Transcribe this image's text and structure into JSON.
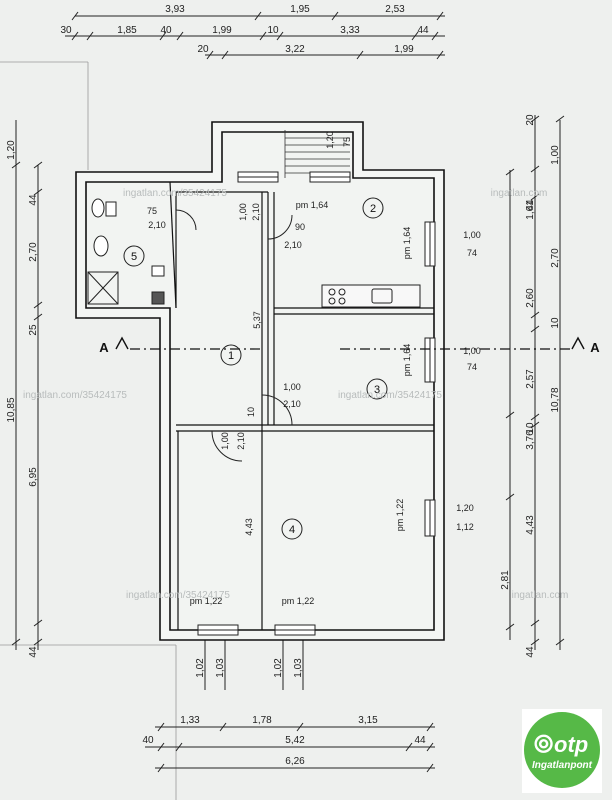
{
  "dimensions": {
    "top": [
      {
        "id": "t1",
        "text": "3,93"
      },
      {
        "id": "t2",
        "text": "1,95"
      },
      {
        "id": "t3",
        "text": "2,53"
      },
      {
        "id": "t4",
        "text": "30"
      },
      {
        "id": "t5",
        "text": "1,85"
      },
      {
        "id": "t6",
        "text": "40"
      },
      {
        "id": "t7",
        "text": "1,99"
      },
      {
        "id": "t8",
        "text": "10"
      },
      {
        "id": "t9",
        "text": "3,33"
      },
      {
        "id": "t10",
        "text": "44"
      },
      {
        "id": "t11",
        "text": "20"
      },
      {
        "id": "t12",
        "text": "3,22"
      },
      {
        "id": "t13",
        "text": "1,99"
      }
    ],
    "left": [
      {
        "id": "l1",
        "text": "1,20"
      },
      {
        "id": "l2",
        "text": "44"
      },
      {
        "id": "l3",
        "text": "2,70"
      },
      {
        "id": "l4",
        "text": "25"
      },
      {
        "id": "l5",
        "text": "10,85"
      },
      {
        "id": "l6",
        "text": "6,95"
      },
      {
        "id": "l7",
        "text": "44"
      }
    ],
    "right": [
      {
        "id": "r1",
        "text": "20"
      },
      {
        "id": "r2",
        "text": "1,00"
      },
      {
        "id": "r3",
        "text": "1,61"
      },
      {
        "id": "r4",
        "text": "44"
      },
      {
        "id": "r5",
        "text": "2,70"
      },
      {
        "id": "r6",
        "text": "2,60"
      },
      {
        "id": "r7",
        "text": "10"
      },
      {
        "id": "r8",
        "text": "2,57"
      },
      {
        "id": "r9",
        "text": "10,78"
      },
      {
        "id": "r10",
        "text": "10"
      },
      {
        "id": "r11",
        "text": "3,76"
      },
      {
        "id": "r12",
        "text": "4,43"
      },
      {
        "id": "r13",
        "text": "2,81"
      },
      {
        "id": "r14",
        "text": "44"
      }
    ],
    "bottom": [
      {
        "id": "b1",
        "text": "1,33"
      },
      {
        "id": "b2",
        "text": "1,78"
      },
      {
        "id": "b3",
        "text": "3,15"
      },
      {
        "id": "b4",
        "text": "40"
      },
      {
        "id": "b5",
        "text": "5,42"
      },
      {
        "id": "b6",
        "text": "44"
      },
      {
        "id": "b7",
        "text": "6,26"
      }
    ],
    "window_heights": [
      {
        "id": "wh1",
        "text": "1,02"
      },
      {
        "id": "wh2",
        "text": "1,03"
      },
      {
        "id": "wh3",
        "text": "1,02"
      },
      {
        "id": "wh4",
        "text": "1,03"
      }
    ]
  },
  "interior_labels": [
    {
      "id": "i1",
      "text": "1,20"
    },
    {
      "id": "i2",
      "text": "75"
    },
    {
      "id": "i3",
      "text": "75"
    },
    {
      "id": "i4",
      "text": "2,10"
    },
    {
      "id": "i5",
      "text": "1,00"
    },
    {
      "id": "i6",
      "text": "2,10"
    },
    {
      "id": "i7",
      "text": "pm 1,64"
    },
    {
      "id": "i8",
      "text": "90"
    },
    {
      "id": "i9",
      "text": "2,10"
    },
    {
      "id": "i10",
      "text": "pm 1,64"
    },
    {
      "id": "i11",
      "text": "1,00"
    },
    {
      "id": "i12",
      "text": "74"
    },
    {
      "id": "i13",
      "text": "5,37"
    },
    {
      "id": "i14",
      "text": "pm 1,64"
    },
    {
      "id": "i15",
      "text": "1,00"
    },
    {
      "id": "i16",
      "text": "74"
    },
    {
      "id": "i17",
      "text": "1,00"
    },
    {
      "id": "i18",
      "text": "2,10"
    },
    {
      "id": "i19",
      "text": "10"
    },
    {
      "id": "i20",
      "text": "1,00"
    },
    {
      "id": "i21",
      "text": "2,10"
    },
    {
      "id": "i22",
      "text": "4,43"
    },
    {
      "id": "i23",
      "text": "pm 1,22"
    },
    {
      "id": "i24",
      "text": "1,20"
    },
    {
      "id": "i25",
      "text": "1,12"
    },
    {
      "id": "i26",
      "text": "pm 1,22"
    },
    {
      "id": "i27",
      "text": "pm 1,22"
    }
  ],
  "rooms": [
    {
      "id": "room1",
      "number": "1"
    },
    {
      "id": "room2",
      "number": "2"
    },
    {
      "id": "room3",
      "number": "3"
    },
    {
      "id": "room4",
      "number": "4"
    },
    {
      "id": "room5",
      "number": "5"
    }
  ],
  "section_marks": {
    "left": "A",
    "right": "A"
  },
  "watermarks": [
    {
      "id": "w1",
      "text": "ingatlan.com/35424175"
    },
    {
      "id": "w2",
      "text": "ingatlan.com"
    },
    {
      "id": "w3",
      "text": "ingatlan.com/35424175"
    },
    {
      "id": "w4",
      "text": "ingatlan.com/35424175"
    },
    {
      "id": "w5",
      "text": "ingatlan.com/35424175"
    },
    {
      "id": "w6",
      "text": "ingatlan.com"
    }
  ],
  "logo": {
    "brand": "otp",
    "sub": "Ingatlanpont",
    "color": "#56b947"
  }
}
